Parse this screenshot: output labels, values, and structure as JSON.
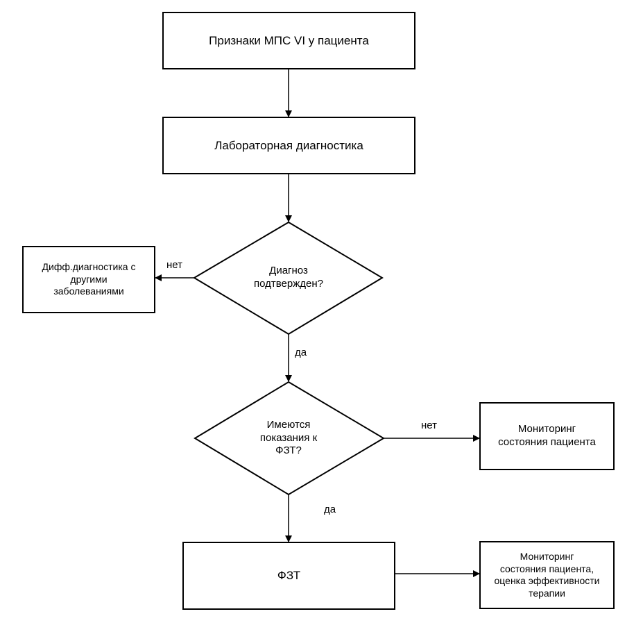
{
  "nodes": {
    "symptoms": "Признаки МПС VI у пациента",
    "lab_diagnostics": "Лабораторная диагностика",
    "diagnosis_confirmed": "Диагноз\nподтвержден?",
    "differential_diagnostics": "Дифф.диагностика с\nдругими\nзаболеваниями",
    "fzt_indications": "Имеются\nпоказания к\nФЗТ?",
    "monitoring": "Мониторинг\nсостояния пациента",
    "fzt": "ФЗТ",
    "monitoring_efficacy": "Мониторинг\nсостояния пациента,\nоценка эффективности\nтерапии"
  },
  "edges": {
    "no_1": "нет",
    "yes_1": "да",
    "no_2": "нет",
    "yes_2": "да"
  },
  "colors": {
    "line": "#000000",
    "fill": "#ffffff"
  }
}
